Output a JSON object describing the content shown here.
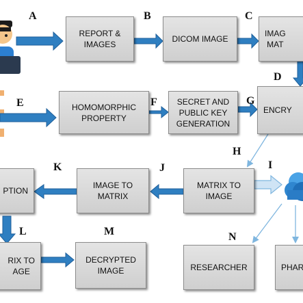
{
  "colors": {
    "arrow": "#2f7fc1",
    "arrow_dark": "#1f5f9a",
    "box": "#d9d9d9",
    "cloud": "#3b8fd6"
  },
  "boxes": {
    "report_images": "REPORT &\nIMAGES",
    "dicom_image": "DICOM IMAGE",
    "image_to_matrix_top": "IMAG\nMAT",
    "homomorphic": "HOMOMORPHIC\nPROPERTY",
    "key_generation": "SECRET AND\nPUBLIC KEY\nGENERATION",
    "encryption": "ENCRY",
    "decryption": "PTION",
    "image_to_matrix": "IMAGE TO\nMATRIX",
    "matrix_to_image": "MATRIX TO\nIMAGE",
    "matrix_to_image_bottom": "RIX TO\nAGE",
    "decrypted_image": "DECRYPTED\nIMAGE",
    "researcher": "RESEARCHER",
    "pharma": "PHAR"
  },
  "letters": [
    "A",
    "B",
    "C",
    "D",
    "E",
    "F",
    "G",
    "H",
    "I",
    "J",
    "K",
    "L",
    "M",
    "N"
  ],
  "icons": [
    "doctor-icon",
    "patient-icon",
    "cloud-icon"
  ]
}
